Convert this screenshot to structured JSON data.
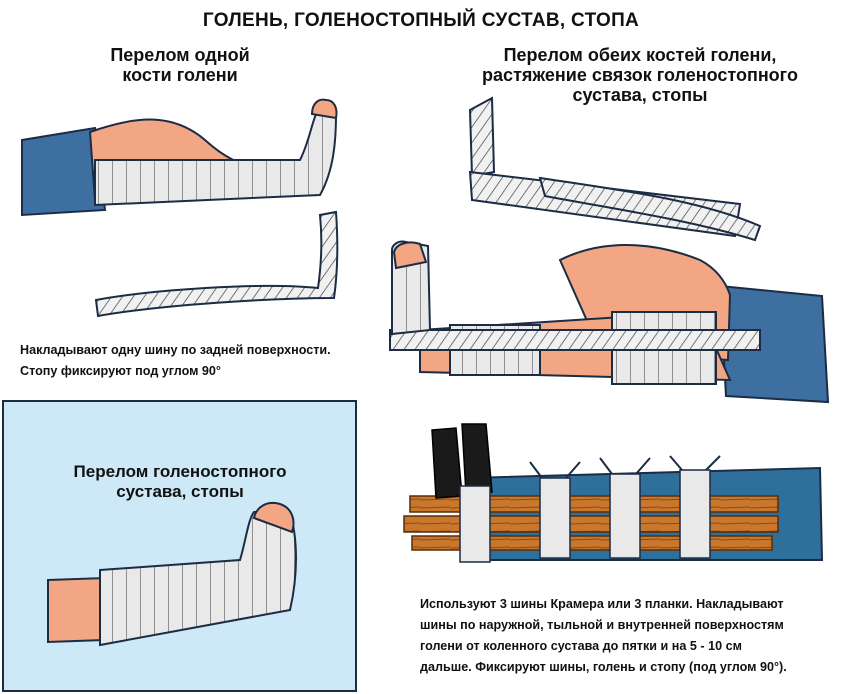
{
  "title": "ГОЛЕНЬ, ГОЛЕНОСТОПНЫЙ СУСТАВ, СТОПА",
  "sections": {
    "one_bone": {
      "heading": "Перелом одной\nкости голени",
      "caption": "Накладывают одну шину по задней поверхности.\nСтопу фиксируют под углом 90°"
    },
    "both_bones": {
      "heading": "Перелом обеих костей голени,\nрастяжение связок голеностопного\nсустава, стопы"
    },
    "ankle": {
      "heading": "Перелом голеностопного\nсустава, стопы"
    },
    "kramer": {
      "caption": "Используют 3 шины Крамера или 3 планки. Накладывают\nшины по наружной, тыльной и внутренней поверхностям\nголени от коленного сустава до пятки и на 5 - 10 см\nдальше. Фиксируют шины, голень и стопу (под углом 90°)."
    }
  },
  "colors": {
    "skin": "#f2a684",
    "skin_shade": "#d9805f",
    "bandage": "#e9e9e9",
    "bandage_line": "#6a6a6a",
    "jeans": "#3d6fa1",
    "wood": "#c9772c",
    "blanket": "#2f6f9c",
    "panel_bg": "#cde8f6"
  }
}
